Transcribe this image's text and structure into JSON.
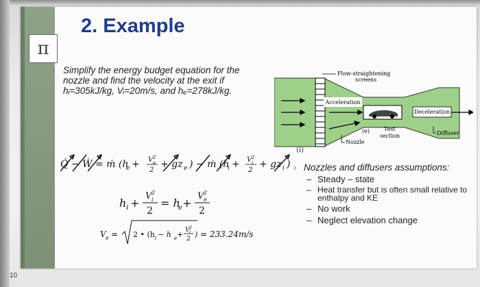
{
  "slide": {
    "title": "2. Example",
    "icon": "pi-icon",
    "page_number": "10",
    "bullet_problem": "Simplify the energy budget equation for the nozzle and find the velocity at the exit if hᵢ=305kJ/kg, Vᵢ=20m/s, and hₑ=278kJ/kg.",
    "diagram": {
      "flow_straightening": "Flow-straightening",
      "screens": "screens",
      "acceleration": "Acceleration",
      "deceleration": "Deceleration",
      "test": "Test",
      "section": "section",
      "e_label": "(e)",
      "nozzle": "Nozzle",
      "diffuser": "Diffuser",
      "i_label": "(i)"
    },
    "assumptions": {
      "heading": "Nozzles and diffusers assumptions:",
      "items": [
        "Steady – state",
        "Heat transfer but is often small relative to enthalpy and KE",
        "No work",
        "Neglect elevation change"
      ]
    },
    "equations": {
      "result": "= 233.24m/s"
    }
  }
}
